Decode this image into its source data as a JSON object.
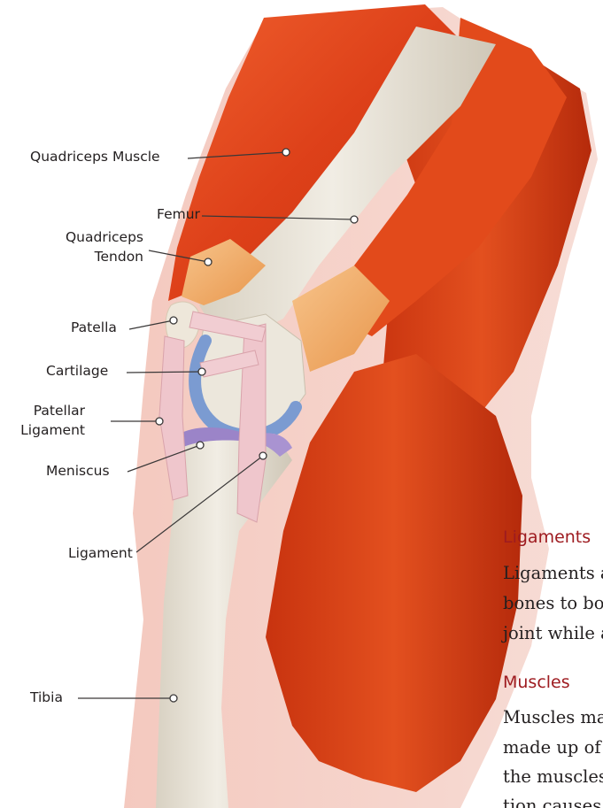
{
  "labels": {
    "quadriceps_muscle": "Quadriceps Muscle",
    "femur": "Femur",
    "quadriceps_tendon_1": "Quadriceps",
    "quadriceps_tendon_2": "Tendon",
    "patella": "Patella",
    "cartilage": "Cartilage",
    "patellar_ligament_1": "Patellar",
    "patellar_ligament_2": "Ligament",
    "meniscus": "Meniscus",
    "ligament": "Ligament",
    "tibia": "Tibia"
  },
  "sections": {
    "ligaments": {
      "heading": "Ligaments",
      "lines": [
        "Ligaments a",
        "bones to bon",
        "joint while a"
      ]
    },
    "muscles": {
      "heading": "Muscles",
      "lines": [
        "Muscles mal",
        "made up of s",
        "the muscles",
        "tion causes a"
      ]
    }
  },
  "colors": {
    "muscle": "#e0461f",
    "bone": "#e8e2d6",
    "cartilage": "#7b9bd1",
    "meniscus": "#9b84c8",
    "ligament": "#efc6cc",
    "heading": "#9e1b20"
  }
}
